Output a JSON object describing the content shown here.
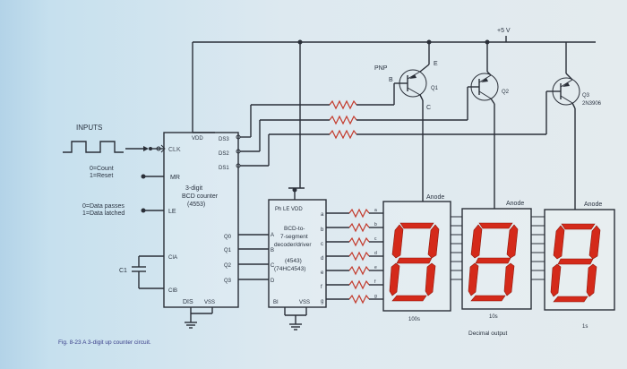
{
  "supply_label": "+5 V",
  "inputs_label": "INPUTS",
  "clk_label": "CLK",
  "reset_text": [
    "0=Count",
    "1=Reset"
  ],
  "latch_text": [
    "0=Data passes",
    "1=Data latched"
  ],
  "counter": {
    "vdd": "VDD",
    "title": [
      "3-digit",
      "BCD counter",
      "(4553)"
    ],
    "mr": "MR",
    "le": "LE",
    "ds": [
      "DS3",
      "DS2",
      "DS1"
    ],
    "q": [
      "Q0",
      "Q1",
      "Q2",
      "Q3"
    ],
    "cia": "CIA",
    "cib": "CIB",
    "dis": "DIS",
    "vss": "VSS"
  },
  "c1_label": "C1",
  "decoder": {
    "header": "Ph  LE  VDD",
    "title": [
      "BCD-to-",
      "7-segment",
      "decoder/driver"
    ],
    "part": [
      "(4543)",
      "(74HC4543)"
    ],
    "inputs": [
      "A",
      "B",
      "C",
      "D"
    ],
    "outputs": [
      "a",
      "b",
      "c",
      "d",
      "e",
      "f",
      "g"
    ],
    "bi": "BI",
    "vss": "VSS"
  },
  "pnp_label": "PNP",
  "emitter_label": "E",
  "base_label": "B",
  "collector_label": "C",
  "transistors": [
    "Q1",
    "Q2",
    "Q3"
  ],
  "part_number": "2N3906",
  "anode_label": "Anode",
  "digit_labels": [
    "100s",
    "10s",
    "1s"
  ],
  "decimal_output": "Decimal output",
  "figure_caption": "Fig. 8-23  A 3-digit up counter circuit."
}
